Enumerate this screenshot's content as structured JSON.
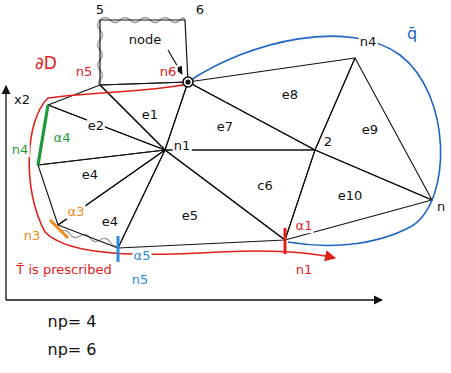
{
  "diagram": {
    "labels": [
      "5",
      "6",
      "node",
      "n4",
      "q̄",
      "∂D",
      "n5",
      "n6",
      "e1",
      "e2",
      "e8",
      "e7",
      "n4",
      "α4",
      "e4",
      "n1",
      "2",
      "e9",
      "c6",
      "e10",
      "n",
      "α3",
      "n3",
      "e4",
      "e5",
      "α5",
      "n5",
      "α1",
      "n1",
      "T̄ is prescribed",
      "x2",
      "np= 4",
      "np= 6"
    ]
  }
}
